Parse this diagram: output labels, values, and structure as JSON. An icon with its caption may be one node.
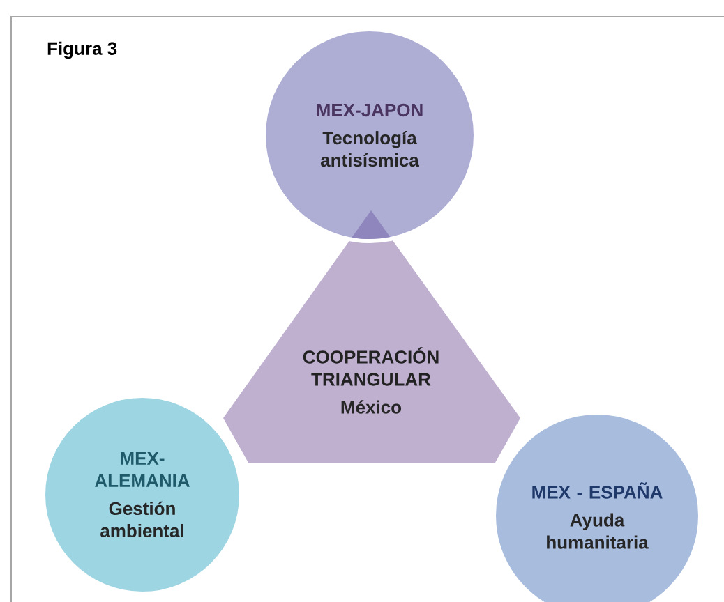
{
  "diagram": {
    "title": "Figura 3",
    "nodes": [
      {
        "text": [
          "COOPERACIÓN TRIANGULAR",
          "México"
        ]
      },
      {
        "text": [
          "MEX-JAPON",
          "Tecnología antisísmica"
        ]
      },
      {
        "text": [
          "MEX- ALEMANIA",
          "Gestión ambiental"
        ]
      },
      {
        "text": [
          "MEX - ESPAÑA",
          "Ayuda humanitaria"
        ]
      }
    ]
  }
}
